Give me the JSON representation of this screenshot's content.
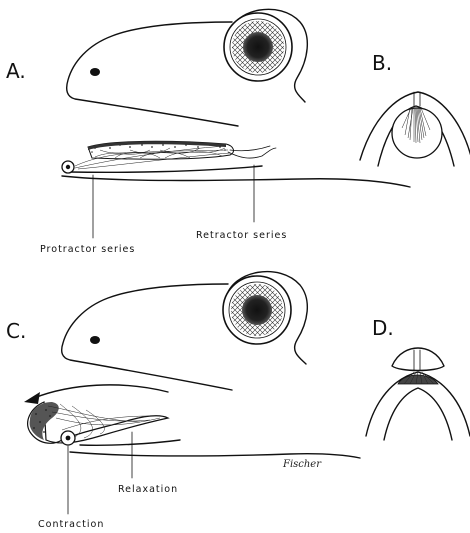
{
  "panels": {
    "a": {
      "letter": "A."
    },
    "b": {
      "letter": "B."
    },
    "c": {
      "letter": "C."
    },
    "d": {
      "letter": "D."
    }
  },
  "labels": {
    "protractor": "Protractor series",
    "retractor": "Retractor series",
    "relaxation": "Relaxation",
    "contraction": "Contraction"
  },
  "signature": "Fischer"
}
